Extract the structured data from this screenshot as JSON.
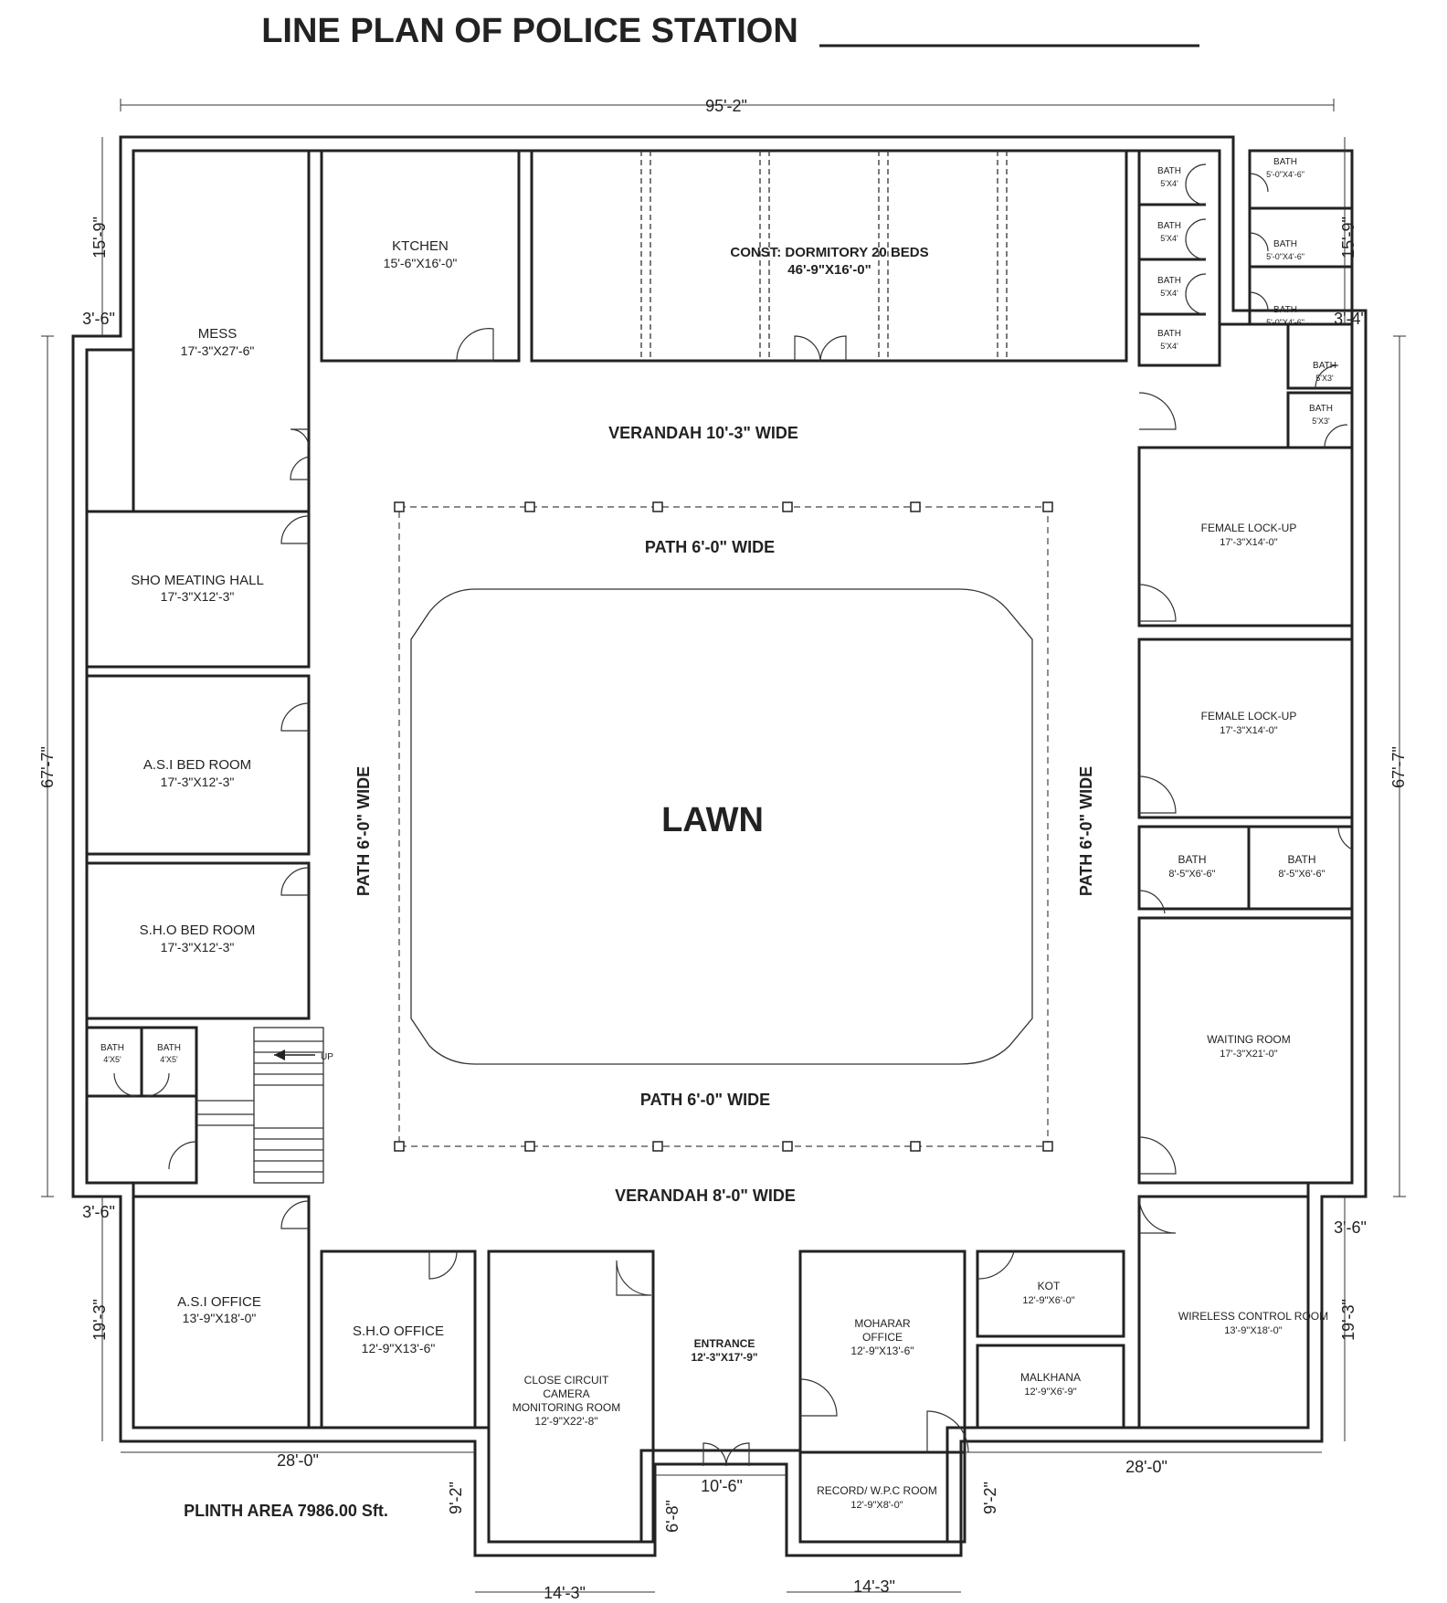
{
  "title": "LINE PLAN OF POLICE STATION",
  "plinth_area": "PLINTH AREA   7986.00 Sft.",
  "lawn": "LAWN",
  "entrance": {
    "name": "ENTRANCE",
    "size": "12'-3\"X17'-9\""
  },
  "verandahs": {
    "top": "VERANDAH   10'-3\"   WIDE",
    "bottom": "VERANDAH   8'-0\"   WIDE"
  },
  "paths": {
    "top": "PATH   6'-0\"   WIDE",
    "bottom": "PATH   6'-0\"   WIDE",
    "left": "PATH   6'-0\"   WIDE",
    "right": "PATH   6'-0\"   WIDE"
  },
  "stair_label": "UP",
  "rooms": {
    "mess": {
      "name": "MESS",
      "size": "17'-3\"X27'-6\""
    },
    "kitchen": {
      "name": "KTCHEN",
      "size": "15'-6\"X16'-0\""
    },
    "dormitory": {
      "name": "CONST: DORMITORY 20 BEDS",
      "size": "46'-9\"X16'-0\""
    },
    "sho_hall": {
      "name": "SHO MEATING HALL",
      "size": "17'-3\"X12'-3\""
    },
    "asi_bed": {
      "name": "A.S.I BED ROOM",
      "size": "17'-3\"X12'-3\""
    },
    "sho_bed": {
      "name": "S.H.O BED ROOM",
      "size": "17'-3\"X12'-3\""
    },
    "bath_left_1": {
      "name": "BATH",
      "size": "4'X5'"
    },
    "bath_left_2": {
      "name": "BATH",
      "size": "4'X5'"
    },
    "asi_office": {
      "name": "A.S.I OFFICE",
      "size": "13'-9\"X18'-0\""
    },
    "sho_office": {
      "name": "S.H.O OFFICE",
      "size": "12'-9\"X13'-6\""
    },
    "cctv": {
      "l1": "CLOSE CIRCUIT",
      "l2": "CAMERA",
      "l3": "MONITORING ROOM",
      "size": "12'-9\"X22'-8\""
    },
    "moharar": {
      "l1": "MOHARAR",
      "l2": "OFFICE",
      "size": "12'-9\"X13'-6\""
    },
    "kot": {
      "name": "KOT",
      "size": "12'-9\"X6'-0\""
    },
    "malkhana": {
      "name": "MALKHANA",
      "size": "12'-9\"X6'-9\""
    },
    "record": {
      "name": "RECORD/ W.P.C ROOM",
      "size": "12'-9\"X8'-0\""
    },
    "wireless": {
      "name": "WIRELESS CONTROL ROOM",
      "size": "13'-9\"X18'-0\""
    },
    "female_lockup_1": {
      "name": "FEMALE LOCK-UP",
      "size": "17'-3\"X14'-0\""
    },
    "female_lockup_2": {
      "name": "FEMALE LOCK-UP",
      "size": "17'-3\"X14'-0\""
    },
    "bath_r1": {
      "name": "BATH",
      "size": "8'-5\"X6'-6\""
    },
    "bath_r2": {
      "name": "BATH",
      "size": "8'-5\"X6'-6\""
    },
    "waiting": {
      "name": "WAITING ROOM",
      "size": "17'-3\"X21'-0\""
    },
    "bath_tl_1": {
      "name": "BATH",
      "size": "5'X4'"
    },
    "bath_tl_2": {
      "name": "BATH",
      "size": "5'X4'"
    },
    "bath_tl_3": {
      "name": "BATH",
      "size": "5'X4'"
    },
    "bath_tl_4": {
      "name": "BATH",
      "size": "5'X4'"
    },
    "bath_tr_1": {
      "name": "BATH",
      "size": "5'-0\"X4'-6\""
    },
    "bath_tr_2": {
      "name": "BATH",
      "size": "5'-0\"X4'-6\""
    },
    "bath_tr_3": {
      "name": "BATH",
      "size": "5'-0\"X4'-6\""
    },
    "bath_s1": {
      "name": "BATH",
      "size": "5'X3'"
    },
    "bath_s2": {
      "name": "BATH",
      "size": "5'X3'"
    }
  },
  "dimensions": {
    "overall_width": "95'-2\"",
    "left_height": "67'-7\"",
    "right_height": "67'-7\"",
    "top_left_h": "15'-9\"",
    "top_right_h": "15'-9\"",
    "top_left_offset": "3'-6\"",
    "top_right_offset": "3'-4\"",
    "bottom_left_offset": "3'-6\"",
    "bottom_right_offset": "3'-6\"",
    "bottom_left_h": "19'-3\"",
    "bottom_right_h": "19'-3\"",
    "bottom_left_w": "28'-0\"",
    "bottom_right_w": "28'-0\"",
    "entrance_w": "10'-6\"",
    "entrance_h": "6'-8\"",
    "wing_left_h": "9'-2\"",
    "wing_right_h": "9'-2\"",
    "wing_left_w": "14'-3\"",
    "wing_right_w": "14'-3\""
  }
}
